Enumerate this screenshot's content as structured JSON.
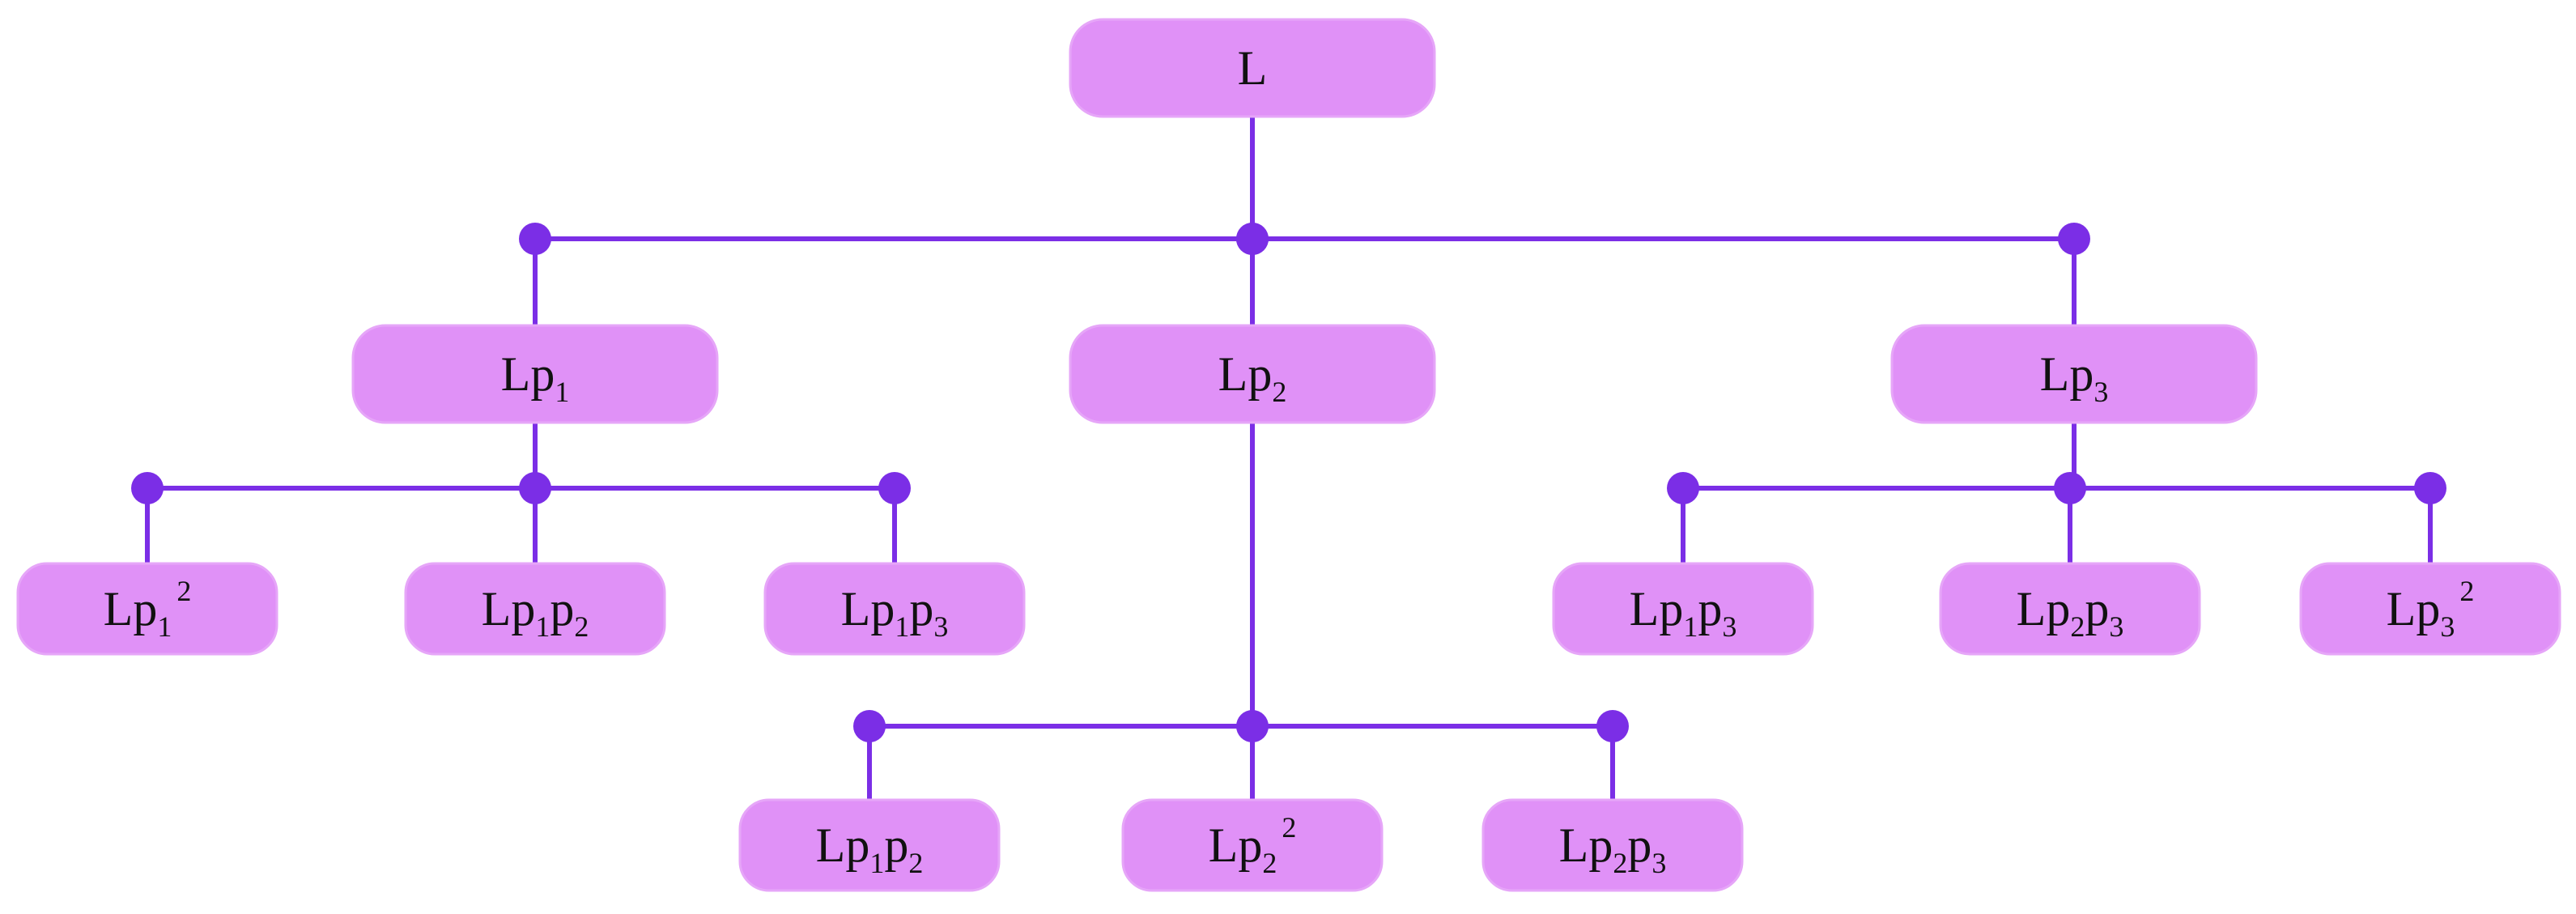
{
  "diagram": {
    "colors": {
      "node_fill": "#e091f7",
      "connector": "#7b2ee6"
    },
    "root": {
      "id": "L",
      "label": [
        {
          "t": "L"
        }
      ]
    },
    "level1": [
      {
        "id": "Lp1",
        "label": [
          {
            "t": "Lp"
          },
          {
            "t": "1",
            "s": "sub"
          }
        ]
      },
      {
        "id": "Lp2",
        "label": [
          {
            "t": "Lp"
          },
          {
            "t": "2",
            "s": "sub"
          }
        ]
      },
      {
        "id": "Lp3",
        "label": [
          {
            "t": "Lp"
          },
          {
            "t": "3",
            "s": "sub"
          }
        ]
      }
    ],
    "level2": {
      "Lp1": [
        {
          "id": "Lp1_sq",
          "label": [
            {
              "t": "Lp"
            },
            {
              "t": "1",
              "s": "sub"
            },
            {
              "t": "2",
              "s": "sup"
            }
          ]
        },
        {
          "id": "Lp1p2_a",
          "label": [
            {
              "t": "Lp"
            },
            {
              "t": "1",
              "s": "sub"
            },
            {
              "t": "p"
            },
            {
              "t": "2",
              "s": "sub"
            }
          ]
        },
        {
          "id": "Lp1p3_a",
          "label": [
            {
              "t": "Lp"
            },
            {
              "t": "1",
              "s": "sub"
            },
            {
              "t": "p"
            },
            {
              "t": "3",
              "s": "sub"
            }
          ]
        }
      ],
      "Lp2": [
        {
          "id": "Lp1p2_b",
          "label": [
            {
              "t": "Lp"
            },
            {
              "t": "1",
              "s": "sub"
            },
            {
              "t": "p"
            },
            {
              "t": "2",
              "s": "sub"
            }
          ]
        },
        {
          "id": "Lp2_sq",
          "label": [
            {
              "t": "Lp"
            },
            {
              "t": "2",
              "s": "sub"
            },
            {
              "t": "2",
              "s": "sup"
            }
          ]
        },
        {
          "id": "Lp2p3_b",
          "label": [
            {
              "t": "Lp"
            },
            {
              "t": "2",
              "s": "sub"
            },
            {
              "t": "p"
            },
            {
              "t": "3",
              "s": "sub"
            }
          ]
        }
      ],
      "Lp3": [
        {
          "id": "Lp1p3_c",
          "label": [
            {
              "t": "Lp"
            },
            {
              "t": "1",
              "s": "sub"
            },
            {
              "t": "p"
            },
            {
              "t": "3",
              "s": "sub"
            }
          ]
        },
        {
          "id": "Lp2p3_c",
          "label": [
            {
              "t": "Lp"
            },
            {
              "t": "2",
              "s": "sub"
            },
            {
              "t": "p"
            },
            {
              "t": "3",
              "s": "sub"
            }
          ]
        },
        {
          "id": "Lp3_sq",
          "label": [
            {
              "t": "Lp"
            },
            {
              "t": "3",
              "s": "sub"
            },
            {
              "t": "2",
              "s": "sup"
            }
          ]
        }
      ]
    }
  }
}
